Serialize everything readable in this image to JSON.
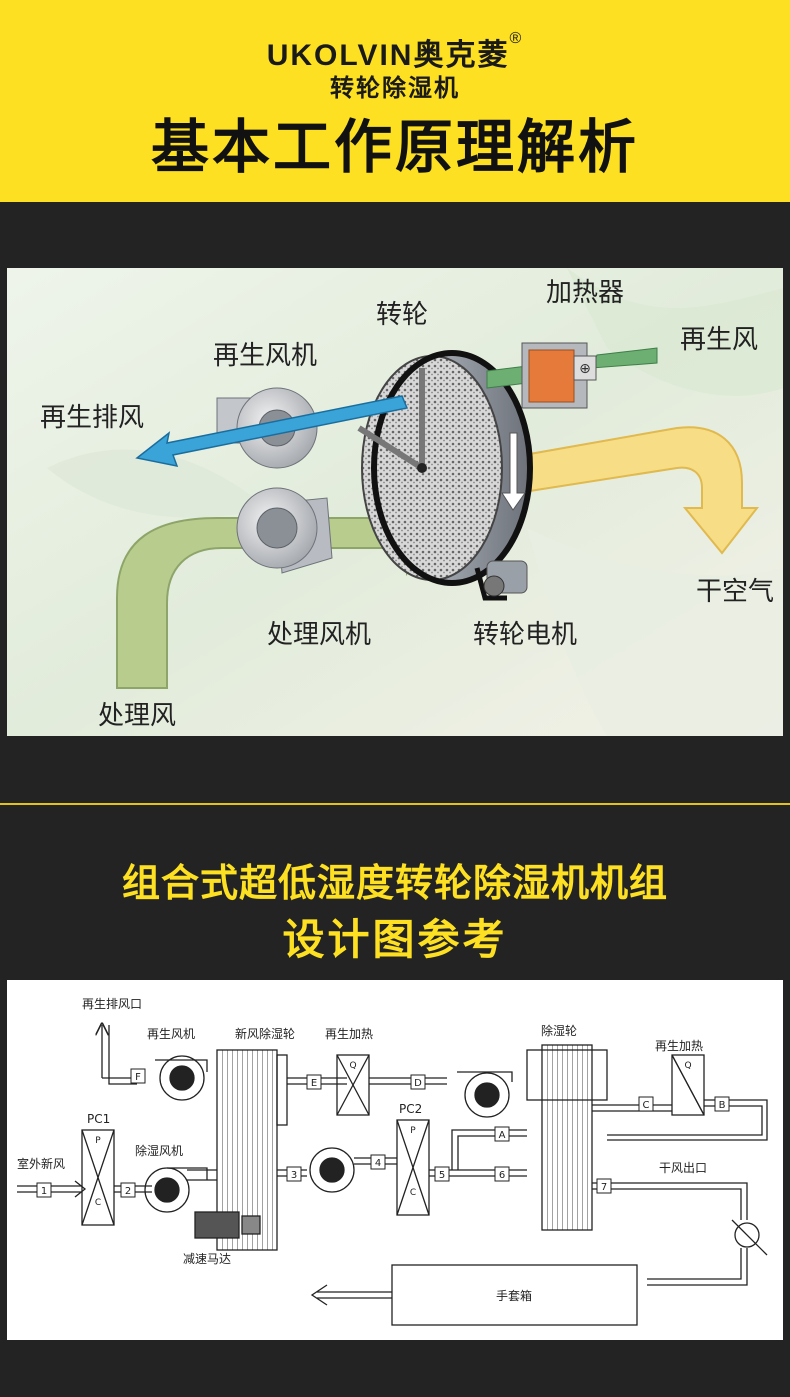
{
  "header": {
    "brand": "UKOLVIN奥克菱",
    "registered_mark": "®",
    "subtitle": "转轮除湿机",
    "headline": "基本工作原理解析"
  },
  "diagram1": {
    "labels": {
      "wheel": "转轮",
      "heater": "加热器",
      "regen_fan": "再生风机",
      "regen_air": "再生风",
      "regen_exhaust": "再生排风",
      "dry_air": "干空气",
      "process_fan": "处理风机",
      "wheel_motor": "转轮电机",
      "process_air": "处理风"
    }
  },
  "section2": {
    "title_line1": "组合式超低湿度转轮除湿机机组",
    "title_line2": "设计图参考"
  },
  "diagram2": {
    "labels": {
      "regen_exhaust_outlet": "再生排风口",
      "regen_fan": "再生风机",
      "fresh_wheel": "新风除湿轮",
      "regen_heat_left": "再生加热",
      "desic_wheel": "除湿轮",
      "regen_heat_right": "再生加热",
      "outdoor_air": "室外新风",
      "dehum_fan": "除湿风机",
      "pc1": "PC1",
      "pc2": "PC2",
      "dry_outlet": "干风出口",
      "gear_motor": "减速马达",
      "glovebox": "手套箱"
    },
    "points": [
      "1",
      "2",
      "3",
      "4",
      "5",
      "6",
      "7",
      "A",
      "B",
      "C",
      "D",
      "E",
      "F"
    ],
    "filter_letters": {
      "p": "P",
      "c": "C",
      "q": "Q"
    }
  }
}
